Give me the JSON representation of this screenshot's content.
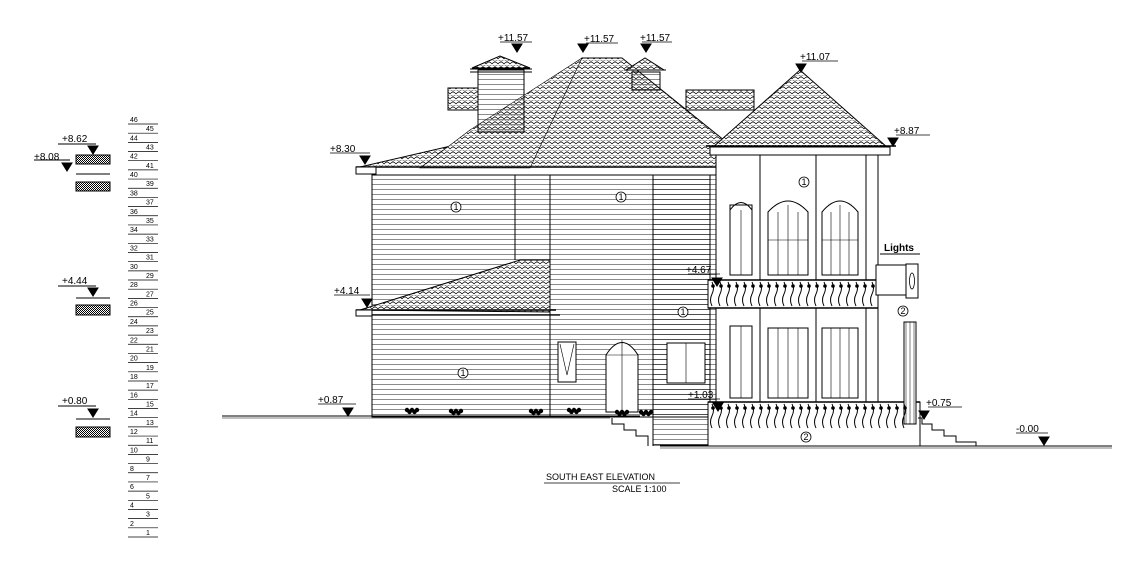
{
  "drawing": {
    "title": "SOUTH  EAST  ELEVATION",
    "scale": "SCALE  1:100",
    "lights_label": "Lights"
  },
  "left_levels": [
    "+8.62",
    "+8.08",
    "+4.44",
    "+0.80"
  ],
  "stair_numbers": [
    "46",
    "45",
    "44",
    "43",
    "42",
    "41",
    "40",
    "39",
    "38",
    "37",
    "36",
    "35",
    "34",
    "33",
    "32",
    "31",
    "30",
    "29",
    "28",
    "27",
    "26",
    "25",
    "24",
    "23",
    "22",
    "21",
    "20",
    "19",
    "18",
    "17",
    "16",
    "15",
    "14",
    "13",
    "12",
    "11",
    "10",
    "9",
    "8",
    "7",
    "6",
    "5",
    "4",
    "3",
    "2",
    "1"
  ],
  "elevations": {
    "chimney_left": "+11.57",
    "roof_peak": "+11.57",
    "chimney_right": "+11.57",
    "tower_peak": "+11.07",
    "eave_right": "+8.87",
    "eave_left": "+8.30",
    "balcony": "+4.67",
    "lower_roof": "+4.14",
    "ground_left": "+0.87",
    "terrace": "+1.03",
    "ground_right": "+0.75",
    "site_ground": "-0.00"
  },
  "markers": {
    "m1a": "1",
    "m1b": "1",
    "m1c": "1",
    "m1d": "1",
    "m1e": "1",
    "m2a": "2",
    "m2b": "2"
  },
  "colors": {
    "ink": "#000000",
    "background": "#ffffff"
  }
}
